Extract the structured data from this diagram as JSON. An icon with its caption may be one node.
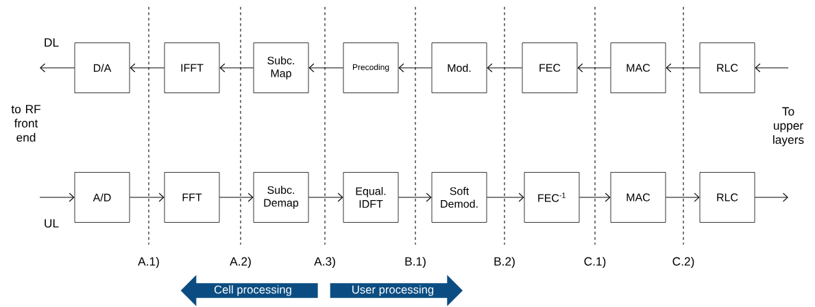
{
  "diagram": {
    "nodes": [
      {
        "text": [
          "D/A"
        ]
      },
      {
        "text": [
          "IFFT"
        ]
      },
      {
        "text": [
          "Subc. Map"
        ]
      },
      {
        "text": [
          "Precoding"
        ]
      },
      {
        "text": [
          "Mod."
        ]
      },
      {
        "text": [
          "FEC"
        ]
      },
      {
        "text": [
          "MAC"
        ]
      },
      {
        "text": [
          "RLC"
        ]
      },
      {
        "text": [
          "A/D"
        ]
      },
      {
        "text": [
          "FFT"
        ]
      },
      {
        "text": [
          "Subc. Demap"
        ]
      },
      {
        "text": [
          "Equal. IDFT"
        ]
      },
      {
        "text": [
          "Soft Demod."
        ]
      },
      {
        "text": [
          "FEC$^{-1}$"
        ]
      },
      {
        "text": [
          "MAC"
        ]
      },
      {
        "text": [
          "RLC"
        ]
      },
      {
        "text": [
          "Cell processing"
        ]
      },
      {
        "text": [
          "User processing"
        ]
      }
    ],
    "edges": [
      {
        "from": 7,
        "to": 6,
        "arrow": "to"
      },
      {
        "from": 6,
        "to": 5,
        "arrow": "to"
      },
      {
        "from": 5,
        "to": 4,
        "arrow": "to"
      },
      {
        "from": 4,
        "to": 3,
        "arrow": "to"
      },
      {
        "from": 3,
        "to": 2,
        "arrow": "to"
      },
      {
        "from": 2,
        "to": 1,
        "arrow": "to"
      },
      {
        "from": 1,
        "to": 0,
        "arrow": "to"
      },
      {
        "from": 0,
        "to": null,
        "arrow": "to"
      },
      {
        "from": null,
        "to": 7,
        "arrow": "to"
      },
      {
        "from": null,
        "to": 8,
        "arrow": "to"
      },
      {
        "from": 8,
        "to": 9,
        "arrow": "to"
      },
      {
        "from": 9,
        "to": 10,
        "arrow": "to"
      },
      {
        "from": 10,
        "to": 11,
        "arrow": "to"
      },
      {
        "from": 11,
        "to": 12,
        "arrow": "to"
      },
      {
        "from": 12,
        "to": 13,
        "arrow": "to"
      },
      {
        "from": 13,
        "to": 14,
        "arrow": "to"
      },
      {
        "from": 14,
        "to": 15,
        "arrow": "to"
      },
      {
        "from": 15,
        "to": null,
        "arrow": "to"
      }
    ],
    "labels": [
      "DL",
      "to RF front end",
      "To upper layers",
      "UL",
      "A.1)",
      "A.2)",
      "A.3)",
      "B.1)",
      "B.2)",
      "C.1)",
      "C.2)"
    ]
  }
}
